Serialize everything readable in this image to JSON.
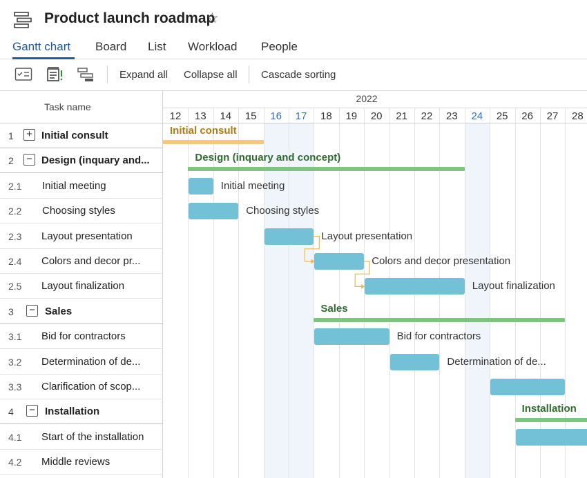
{
  "header": {
    "title": "Product launch roadmap",
    "star_glyph": "☆"
  },
  "tabs": [
    {
      "label": "Gantt chart",
      "active": true
    },
    {
      "label": "Board",
      "active": false
    },
    {
      "label": "List",
      "active": false
    },
    {
      "label": "Workload",
      "active": false
    },
    {
      "label": "People",
      "active": false
    }
  ],
  "toolbar": {
    "expand_all": "Expand all",
    "collapse_all": "Collapse all",
    "cascade_sorting": "Cascade sorting",
    "icons": [
      "task-list-view-icon",
      "critical-path-icon",
      "baseline-icon"
    ]
  },
  "grid": {
    "column_header": "Task name",
    "rows": [
      {
        "num": "1",
        "label": "Initial consult",
        "group": true,
        "toggle": "+"
      },
      {
        "num": "2",
        "label": "Design (inquary and...",
        "group": true,
        "toggle": "−"
      },
      {
        "num": "2.1",
        "label": "Initial meeting",
        "group": false
      },
      {
        "num": "2.2",
        "label": "Choosing styles",
        "group": false
      },
      {
        "num": "2.3",
        "label": "Layout presentation",
        "group": false
      },
      {
        "num": "2.4",
        "label": "Colors and decor pr...",
        "group": false
      },
      {
        "num": "2.5",
        "label": "Layout finalization",
        "group": false
      },
      {
        "num": "3",
        "label": "Sales",
        "group": true,
        "toggle": "−"
      },
      {
        "num": "3.1",
        "label": "Bid for contractors",
        "group": false
      },
      {
        "num": "3.2",
        "label": "Determination of de...",
        "group": false
      },
      {
        "num": "3.3",
        "label": "Clarification of scop...",
        "group": false
      },
      {
        "num": "4",
        "label": "Installation",
        "group": true,
        "toggle": "−"
      },
      {
        "num": "4.1",
        "label": "Start of the installation",
        "group": false
      },
      {
        "num": "4.2",
        "label": "Middle reviews",
        "group": false
      }
    ]
  },
  "timeline": {
    "year": "2022",
    "days": [
      "12",
      "13",
      "14",
      "15",
      "16",
      "17",
      "18",
      "19",
      "20",
      "21",
      "22",
      "23",
      "24",
      "25",
      "26",
      "27",
      "28"
    ],
    "highlighted_days": [
      "16",
      "17",
      "24"
    ]
  },
  "gantt": {
    "colors": {
      "task": "#72c1d7",
      "summary_design": "#7dc57f",
      "summary_consult": "#f4c87a",
      "consult_label": "#b07b12",
      "summary_label": "#2e6b2e",
      "link": "#f0b84c"
    },
    "bars": [
      {
        "row": 0,
        "kind": "summary",
        "label": "Initial consult",
        "start": "12",
        "end": "15",
        "label_inside": true
      },
      {
        "row": 1,
        "kind": "summary",
        "label": "Design (inquary and concept)",
        "start": "13",
        "end": "23"
      },
      {
        "row": 2,
        "kind": "task",
        "label": "Initial meeting",
        "start": "13",
        "end": "13"
      },
      {
        "row": 3,
        "kind": "task",
        "label": "Choosing styles",
        "start": "13",
        "end": "14"
      },
      {
        "row": 4,
        "kind": "task",
        "label": "Layout presentation",
        "start": "16",
        "end": "17"
      },
      {
        "row": 5,
        "kind": "task",
        "label": "Colors and decor presentation",
        "start": "18",
        "end": "19"
      },
      {
        "row": 6,
        "kind": "task",
        "label": "Layout finalization",
        "start": "20",
        "end": "23"
      },
      {
        "row": 7,
        "kind": "summary",
        "label": "Sales",
        "start": "18",
        "end": "27"
      },
      {
        "row": 8,
        "kind": "task",
        "label": "Bid for contractors",
        "start": "18",
        "end": "20"
      },
      {
        "row": 9,
        "kind": "task",
        "label": "Determination of de...",
        "start": "21",
        "end": "22"
      },
      {
        "row": 10,
        "kind": "task",
        "label": "",
        "start": "25",
        "end": "27"
      },
      {
        "row": 11,
        "kind": "summary",
        "label": "Installation",
        "start": "26",
        "end": "28"
      },
      {
        "row": 12,
        "kind": "task",
        "label": "",
        "start": "26",
        "end": "28"
      }
    ],
    "links": [
      {
        "from_row": 4,
        "to_row": 5
      },
      {
        "from_row": 5,
        "to_row": 6
      }
    ]
  }
}
